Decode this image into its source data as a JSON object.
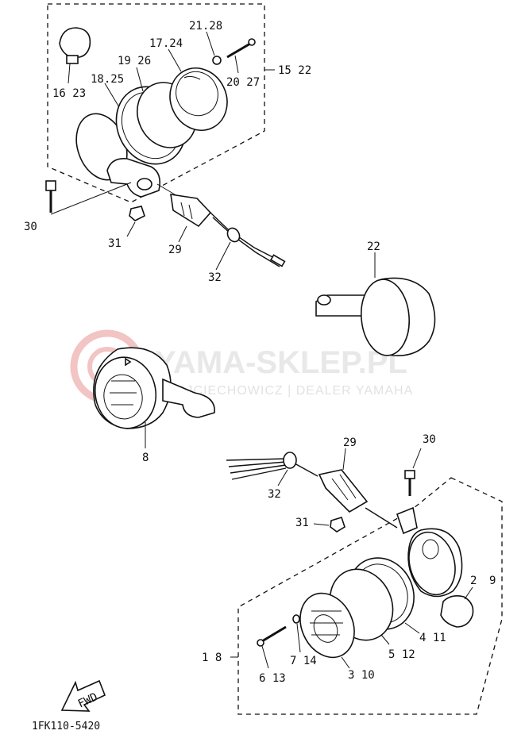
{
  "watermark": {
    "title": "YAMA-SKLEP.PL",
    "subtitle": "WOJCIECHOWICZ | DEALER YAMAHA",
    "logo_color": "#f2b8b8"
  },
  "diagram_code": "1FK110-5420",
  "fwd_label": "FWD",
  "labels": {
    "l16_23": "16 23",
    "l18_25": "18.25",
    "l19_26": "19 26",
    "l17_24": "17.24",
    "l21_28": "21.28",
    "l20_27": "20 27",
    "l15_22": "15 22",
    "l30a": "30",
    "l31a": "31",
    "l29a": "29",
    "l32a": "32",
    "l22": "22",
    "l8": "8",
    "l29b": "29",
    "l30b": "30",
    "l32b": "32",
    "l31b": "31",
    "l2": "2",
    "l9": "9",
    "l4_11": "4 11",
    "l5_12": "5 12",
    "l1_8": "1 8",
    "l7_14": "7 14",
    "l6_13": "6 13",
    "l3_10": "3 10"
  }
}
